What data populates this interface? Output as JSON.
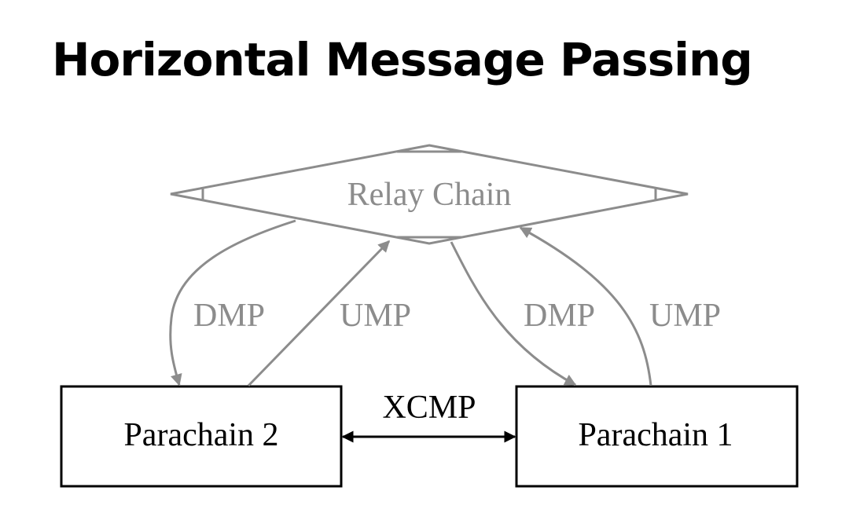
{
  "title": "Horizontal Message Passing",
  "nodes": {
    "relay": "Relay Chain",
    "para2": "Parachain 2",
    "para1": "Parachain 1"
  },
  "edges": {
    "relay_to_para2": "DMP",
    "para2_to_relay": "UMP",
    "relay_to_para1": "DMP",
    "para1_to_relay": "UMP",
    "para2_para1": "XCMP"
  },
  "colors": {
    "relay": "#8c8c8c",
    "parachain": "#000000"
  }
}
